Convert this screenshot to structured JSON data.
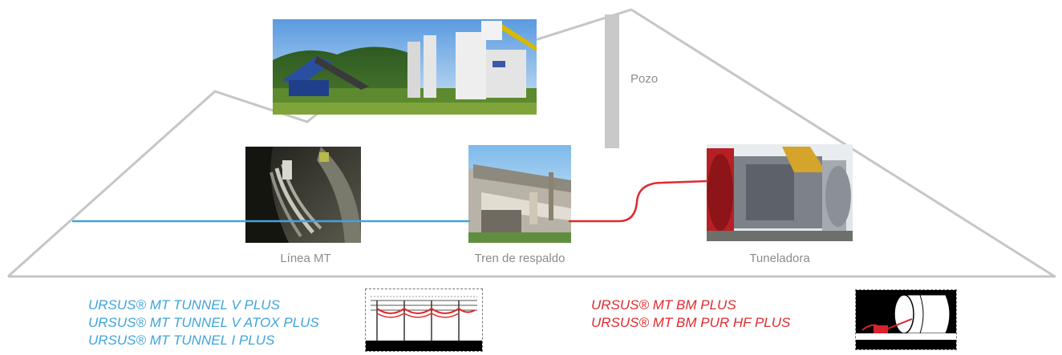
{
  "labels": {
    "pozo": "Pozo",
    "linea_mt": "Línea MT",
    "tren": "Tren de respaldo",
    "tuneladora": "Tuneladora"
  },
  "products_left": [
    "URSUS® MT TUNNEL V PLUS",
    "URSUS® MT TUNNEL V ATOX PLUS",
    "URSUS® MT TUNNEL I PLUS"
  ],
  "products_right": [
    "URSUS® MT BM PLUS",
    "URSUS® MT BM PUR HF PLUS"
  ],
  "colors": {
    "left_line": "#3fa4dc",
    "right_line": "#e02a2e",
    "outline": "#c6c6c6",
    "shaft": "#c9c9c9"
  },
  "icons": {
    "left": "cable-suspension-icon",
    "right": "tunnel-boring-cable-icon"
  }
}
